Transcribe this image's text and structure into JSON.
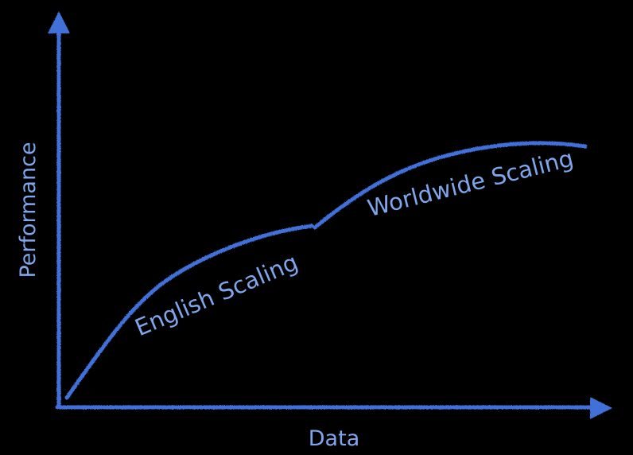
{
  "diagram": {
    "x_axis_label": "Data",
    "y_axis_label": "Performance",
    "curves": [
      {
        "label": "English Scaling"
      },
      {
        "label": "Worldwide Scaling"
      }
    ]
  },
  "colors": {
    "background": "#000000",
    "stroke": "#3f6fd8",
    "text": "#7fa6ec"
  }
}
